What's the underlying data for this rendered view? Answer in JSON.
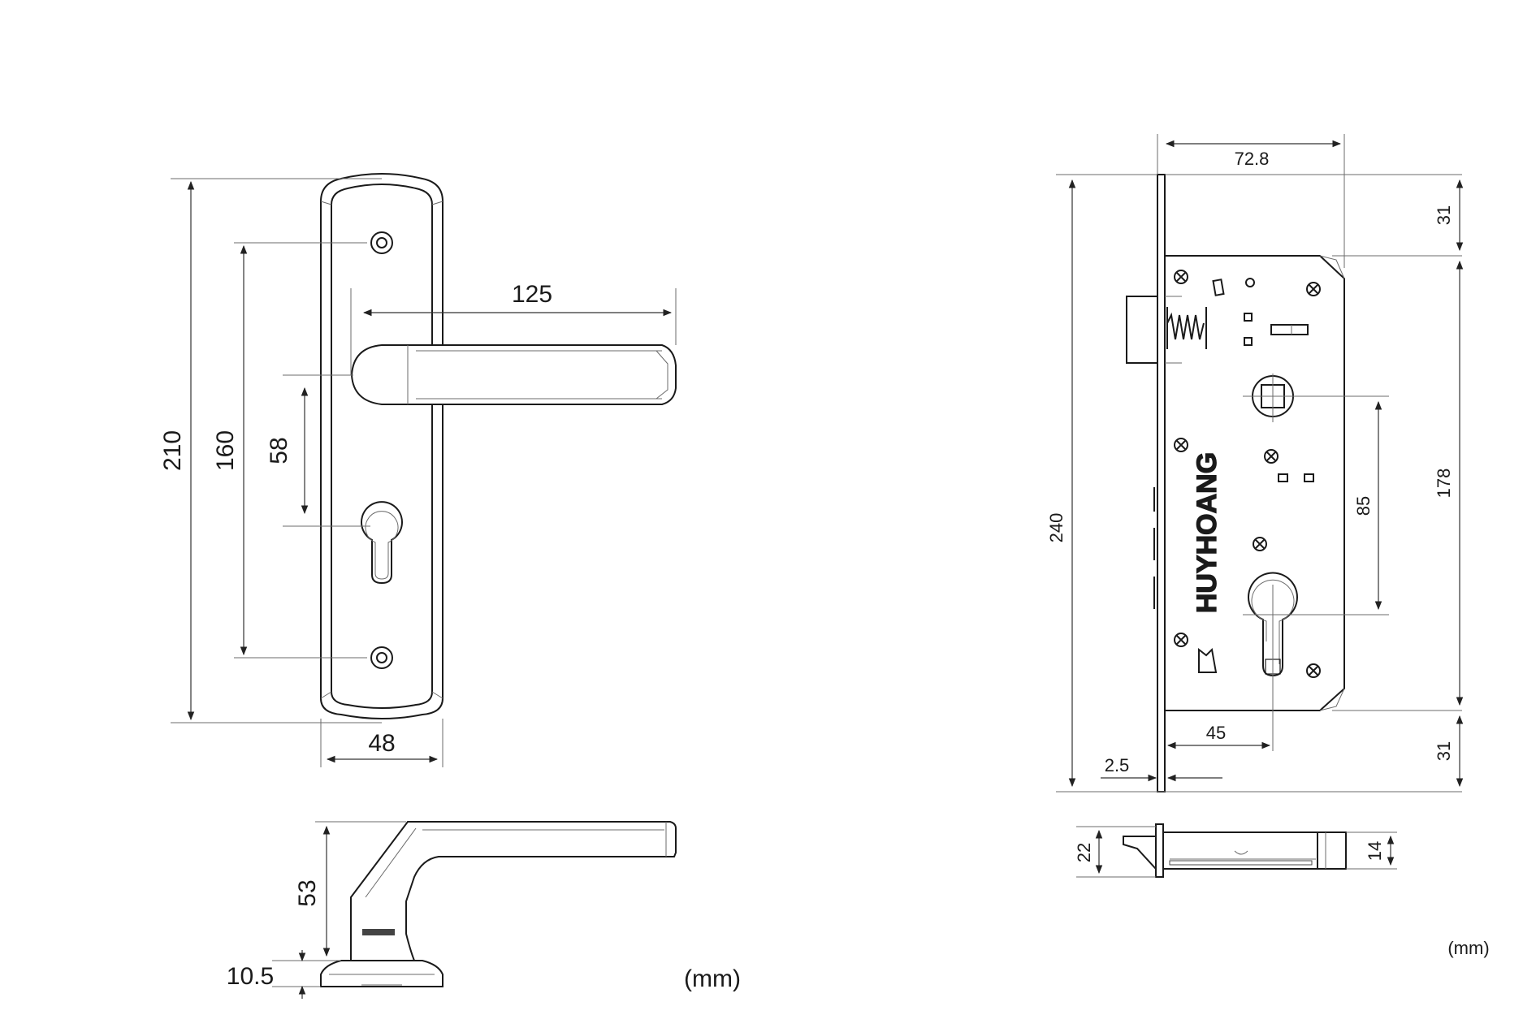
{
  "colors": {
    "line": "#1a1a1a",
    "background": "#ffffff"
  },
  "handle_drawing": {
    "dims": {
      "height_total": "210",
      "hole_spacing": "160",
      "handle_to_cylinder": "58",
      "lever_length": "125",
      "plate_width": "48",
      "projection": "53",
      "rose_height": "10.5"
    },
    "unit": "(mm)"
  },
  "lock_body_drawing": {
    "dims": {
      "body_width": "72.8",
      "top_offset": "31",
      "body_height": "240",
      "case_height": "178",
      "center_distance": "85",
      "backset": "45",
      "faceplate_thickness": "2.5",
      "bottom_offset": "31",
      "faceplate_width": "22",
      "case_depth": "14"
    },
    "brand": "HUYHOANG",
    "unit": "(mm)"
  }
}
